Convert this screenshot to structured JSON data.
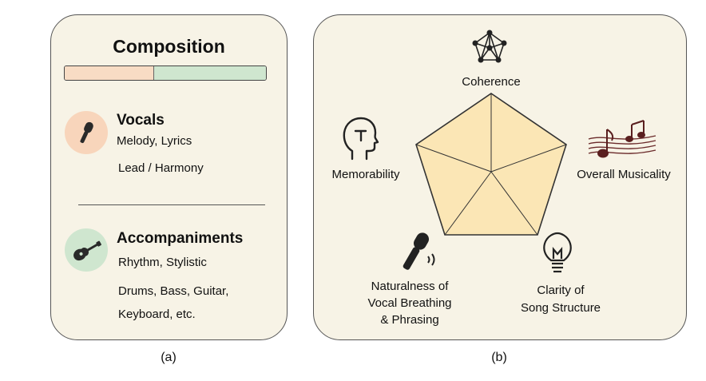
{
  "panel_a": {
    "title": "Composition",
    "vocals": {
      "heading": "Vocals",
      "line1": "Melody, Lyrics",
      "line2": "Lead / Harmony",
      "icon": "microphone-icon"
    },
    "accompaniments": {
      "heading": "Accompaniments",
      "line1": "Rhythm, Stylistic",
      "line2": "Drums, Bass, Guitar,",
      "line3": "Keyboard, etc.",
      "icon": "guitar-icon"
    },
    "caption": "(a)",
    "colors": {
      "vocals": "#f8dcc4",
      "accompaniments": "#cfe6cf",
      "panel": "#f7f3e6"
    }
  },
  "panel_b": {
    "labels": {
      "coherence": "Coherence",
      "musicality": "Overall Musicality",
      "structure_1": "Clarity of",
      "structure_2": "Song Structure",
      "vocal_1": "Naturalness of",
      "vocal_2": "Vocal Breathing",
      "vocal_3": "& Phrasing",
      "memorability": "Memorability"
    },
    "icons": [
      "network-icon",
      "music-notes-icon",
      "lightbulb-icon",
      "microphone-sound-icon",
      "head-profile-icon"
    ],
    "caption": "(b)",
    "colors": {
      "pentagon_fill": "#fbe6b5",
      "stroke": "#333333"
    }
  }
}
